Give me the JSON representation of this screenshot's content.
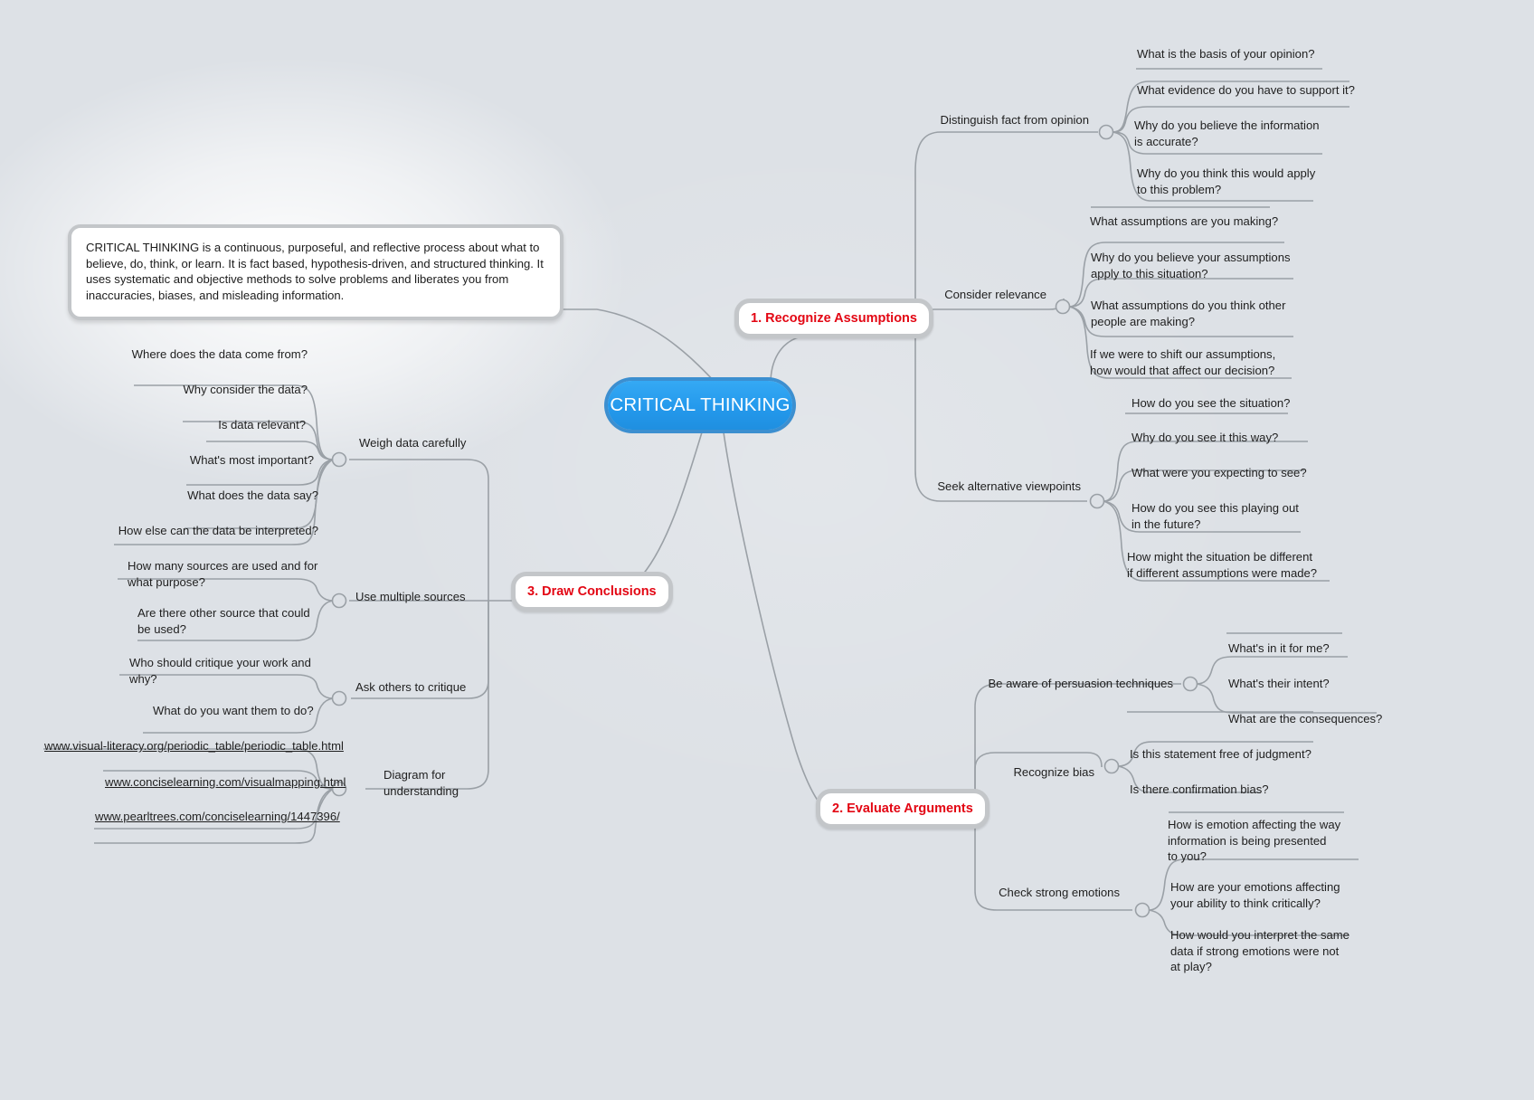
{
  "center": {
    "label": "CRITICAL THINKING"
  },
  "description": {
    "text": "CRITICAL THINKING is a continuous, purposeful, and reflective  process about what to believe, do, think, or learn. It is  fact based, hypothesis-driven, and structured thinking. It  uses systematic and objective methods to solve problems and  liberates you from inaccuracies, biases, and misleading information."
  },
  "colors": {
    "background": "#dde1e6",
    "center_fill": "#2499ec",
    "center_text": "#ffffff",
    "branch_text": "#e30613",
    "branch_border": "#c3c6c9",
    "line": "#9aa0a6",
    "leaf_text": "#1f1f1f"
  },
  "branches": [
    {
      "id": "recognize-assumptions",
      "label": "1. Recognize Assumptions",
      "side": "right",
      "subbranches": [
        {
          "label": "Distinguish fact from opinion",
          "leaves": [
            "What is the basis of your opinion?",
            "What evidence do you have to support  it?",
            "Why do you believe the information\n is accurate?",
            "Why do you think this would apply\n to this problem?"
          ]
        },
        {
          "label": "Consider relevance",
          "leaves": [
            "What assumptions are you making?",
            "Why do you believe your assumptions\n apply to this situation?",
            "What assumptions do you think other\n people are making?",
            "If we were to shift our assumptions,\n how would that affect our decision?"
          ]
        },
        {
          "label": "Seek alternative viewpoints",
          "leaves": [
            "How do you see the situation?",
            "Why do you see it this way?",
            "What were you expecting to see?",
            "How do you see this playing out\n in the future?",
            "How might the situation be different\n if different assumptions were made?"
          ]
        }
      ]
    },
    {
      "id": "evaluate-arguments",
      "label": "2. Evaluate Arguments",
      "side": "right",
      "subbranches": [
        {
          "label": "Be aware of persuasion techniques",
          "leaves": [
            "What's in it for me?",
            "What's their intent?",
            "What are the consequences?"
          ]
        },
        {
          "label": "Recognize bias",
          "leaves": [
            "Is this statement free of judgment?",
            "Is there confirmation bias?"
          ]
        },
        {
          "label": "Check strong emotions",
          "leaves": [
            "How is emotion affecting the way\n information is being presented\n to you?",
            "How are your emotions affecting\n your ability to think critically?",
            "How would you interpret the same\n data if strong emotions were not\n at play?"
          ]
        }
      ]
    },
    {
      "id": "draw-conclusions",
      "label": "3. Draw Conclusions",
      "side": "left",
      "subbranches": [
        {
          "label": "Weigh data carefully",
          "leaves": [
            "Where does the data come from?",
            "Why consider the data?",
            "Is data relevant?",
            "What's most important?",
            "What does the data say?",
            "How else can the data be interpreted?"
          ]
        },
        {
          "label": "Use multiple sources",
          "leaves": [
            "How many sources are used and for\nwhat purpose?",
            "Are there other source that could\n be used?"
          ]
        },
        {
          "label": "Ask others to critique",
          "leaves": [
            "Who should critique your work and\nwhy?",
            "What do you want them to do?"
          ]
        },
        {
          "label": "Diagram for\n understanding",
          "leaves": [
            "www.visual-literacy.org/periodic_table/periodic_table.html",
            "www.conciselearning.com/visualmapping.html",
            "www.pearltrees.com/conciselearning/1447396/"
          ],
          "leaves_are_urls": true
        }
      ]
    }
  ]
}
